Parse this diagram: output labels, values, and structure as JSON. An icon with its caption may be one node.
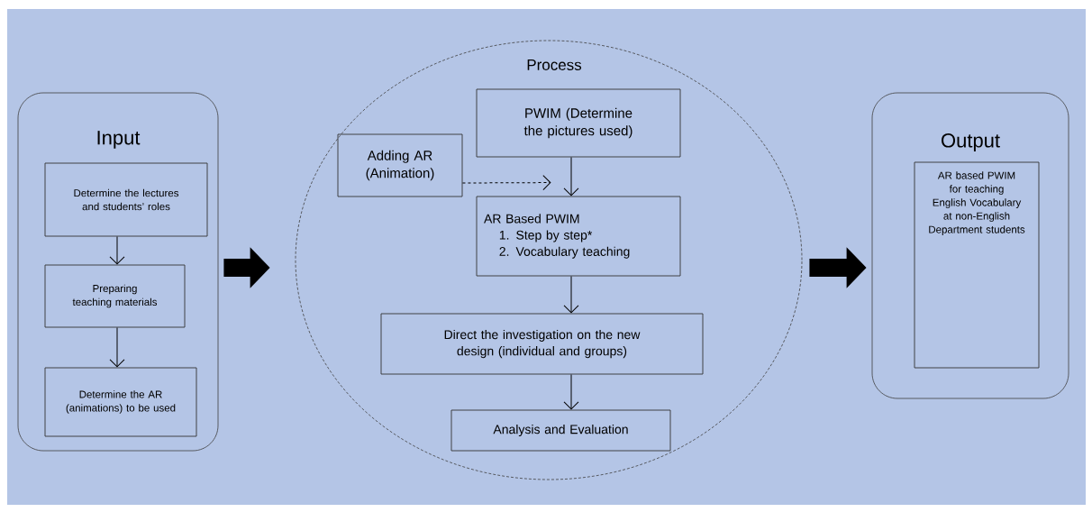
{
  "diagram": {
    "nodes": [
      {
        "text": [
          "Input"
        ]
      },
      {
        "text": [
          "Determine the lectures and students’ roles"
        ],
        "in": 0
      },
      {
        "text": [
          "Preparing teaching materials"
        ],
        "in": 0
      },
      {
        "text": [
          "Determine the AR (animations) to be used"
        ],
        "in": 0
      },
      {
        "text": [
          "Process"
        ]
      },
      {
        "text": [
          "PWIM (Determine the pictures used)"
        ],
        "in": 4
      },
      {
        "text": [
          "Adding AR (Animation)"
        ],
        "in": 4
      },
      {
        "text": [
          "AR Based PWIM",
          "1. Step by step*",
          "2. Vocabulary teaching"
        ],
        "in": 4
      },
      {
        "text": [
          "Direct the investigation on the new design (individual and groups)"
        ],
        "in": 4
      },
      {
        "text": [
          "Analysis and Evaluation"
        ],
        "in": 4
      },
      {
        "text": [
          "Output"
        ]
      },
      {
        "text": [
          "AR based PWIM for teaching English Vocabulary at non-English Department students"
        ],
        "in": 10
      }
    ],
    "edges": [
      {
        "from": 1,
        "to": 2,
        "arrow": "to"
      },
      {
        "from": 2,
        "to": 3,
        "arrow": "to"
      },
      {
        "from": 0,
        "to": 4,
        "arrow": "to",
        "style": "thick"
      },
      {
        "from": 5,
        "to": 7,
        "arrow": "to"
      },
      {
        "from": 6,
        "to": 7,
        "arrow": "to",
        "style": "dashed"
      },
      {
        "from": 7,
        "to": 8,
        "arrow": "to"
      },
      {
        "from": 8,
        "to": 9,
        "arrow": "to"
      },
      {
        "from": 4,
        "to": 10,
        "arrow": "to",
        "style": "thick"
      }
    ]
  }
}
